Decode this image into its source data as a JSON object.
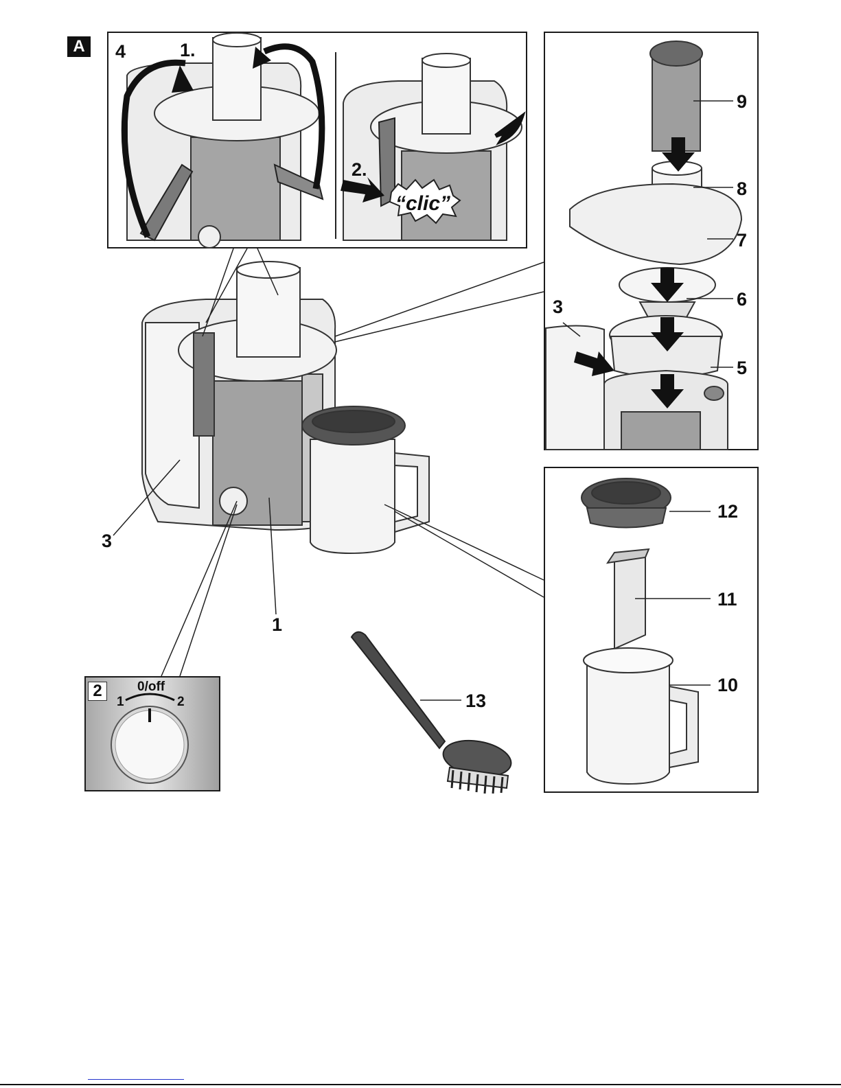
{
  "figure": {
    "section_label": "A",
    "inset_steps": {
      "step1": "1.",
      "step2": "2.",
      "step4": "4"
    },
    "click_sound": "“clic”",
    "dial": {
      "badge": "2",
      "label_off": "0/off",
      "label_1": "1",
      "label_2": "2"
    },
    "callouts": {
      "c1": "1",
      "c3_main": "3",
      "c3_exploded": "3",
      "c5": "5",
      "c6": "6",
      "c7": "7",
      "c8": "8",
      "c9": "9",
      "c10": "10",
      "c11": "11",
      "c12": "12",
      "c13": "13"
    }
  },
  "colors": {
    "ink": "#111111",
    "metal": "#9a9a9a",
    "plastic": "#e6e6e6",
    "dark_lid": "#3a3a3a",
    "link": "#2233cc"
  },
  "icons": [
    "down-arrow-icon",
    "curved-arrow-icon",
    "right-arrow-icon"
  ]
}
